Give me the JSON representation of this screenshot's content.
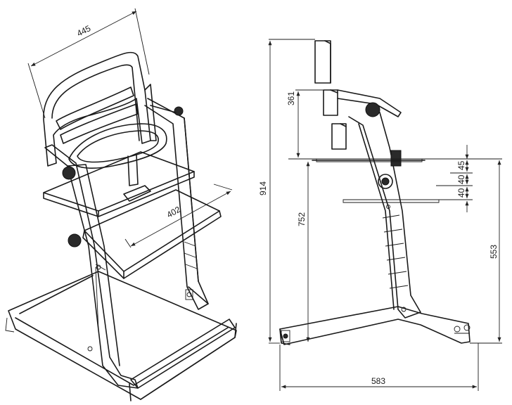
{
  "dimensions": {
    "backrest_width": "445",
    "seat_depth": "402",
    "total_height": "914",
    "backrest_height": "361",
    "seat_height": "752",
    "footrest_height": "553",
    "base_depth": "583",
    "step_45": "45",
    "step_40_a": "40",
    "step_40_b": "40"
  }
}
